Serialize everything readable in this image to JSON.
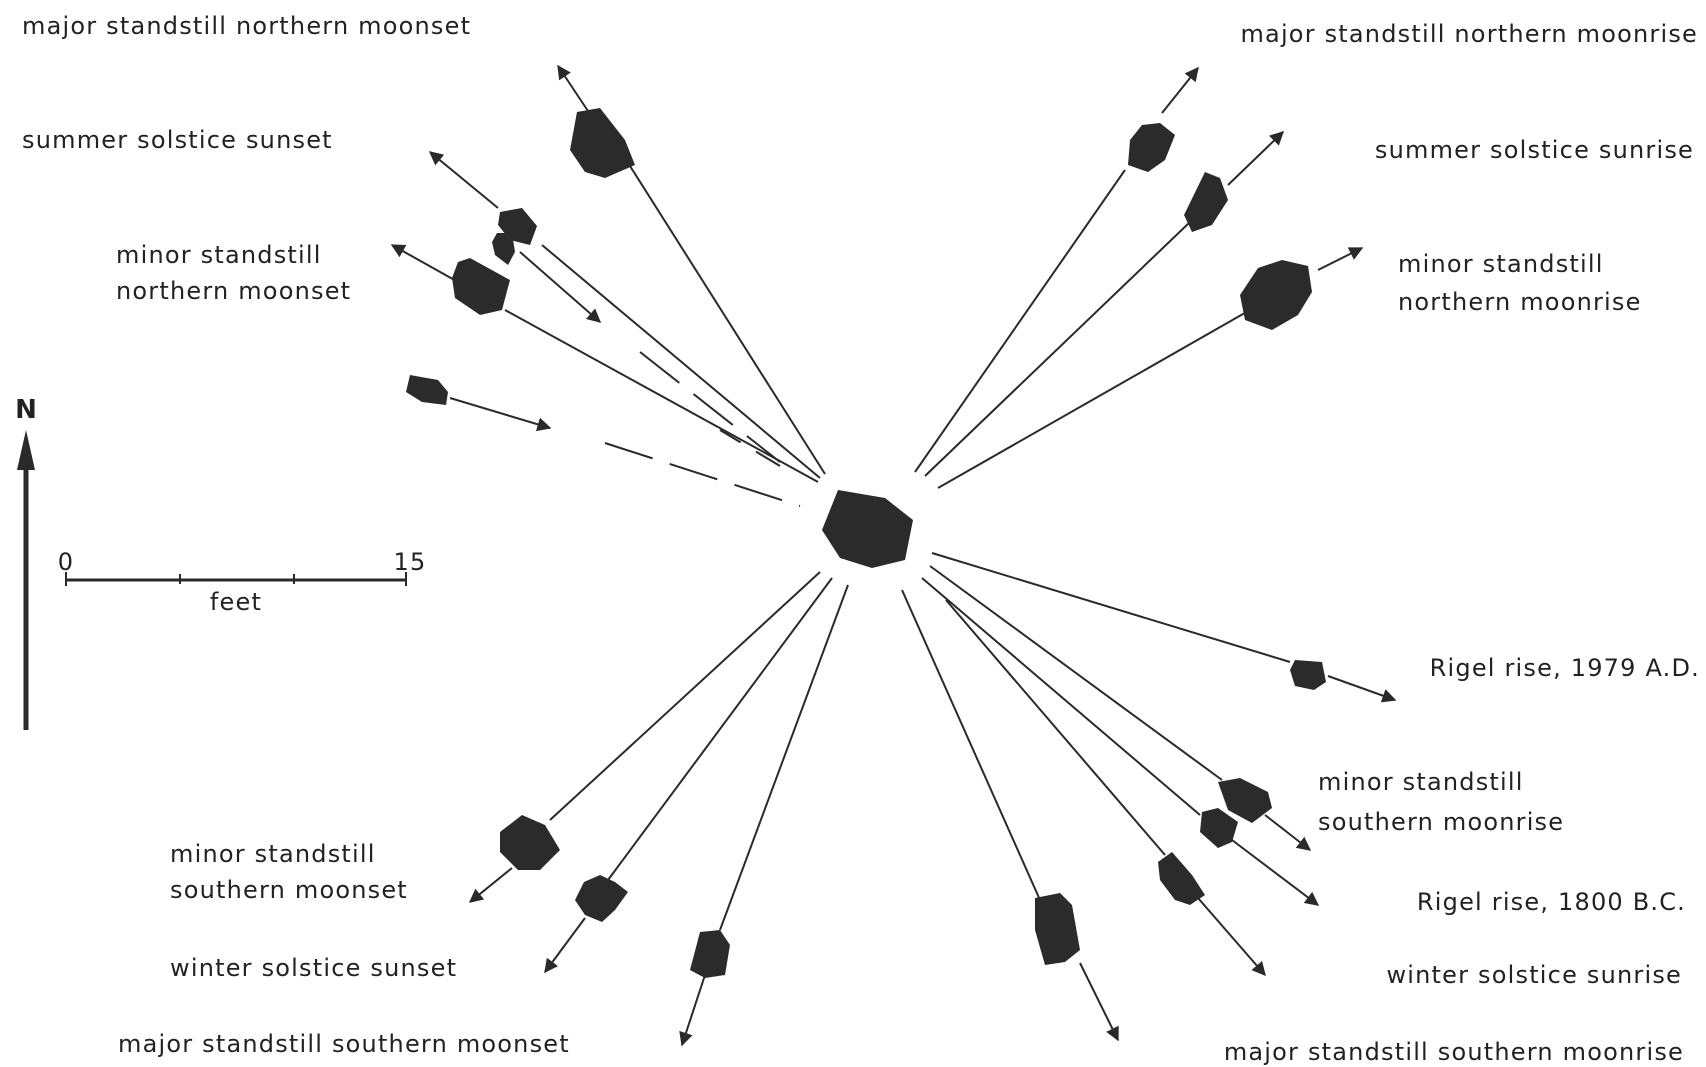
{
  "scale": {
    "start": "0",
    "end": "15",
    "unit": "feet"
  },
  "north_label": "N",
  "labels": {
    "maj_n_set": "major standstill northern moonset",
    "sum_set": "summer solstice sunset",
    "min_n_set_1": "minor standstill",
    "min_n_set_2": "northern moonset",
    "maj_n_rise": "major standstill northern moonrise",
    "sum_rise": "summer solstice sunrise",
    "min_n_rise_1": "minor standstill",
    "min_n_rise_2": "northern moonrise",
    "rigel_1979": "Rigel rise, 1979 A.D.",
    "min_s_rise_1": "minor standstill",
    "min_s_rise_2": "southern moonrise",
    "rigel_1800": "Rigel rise, 1800 B.C.",
    "win_rise": "winter solstice sunrise",
    "maj_s_rise": "major standstill southern moonrise",
    "min_s_set_1": "minor standstill",
    "min_s_set_2": "southern moonset",
    "win_set": "winter solstice sunset",
    "maj_s_set": "major standstill southern moonset"
  },
  "colors": {
    "ink": "#2b2b2b",
    "background": "#ffffff"
  }
}
